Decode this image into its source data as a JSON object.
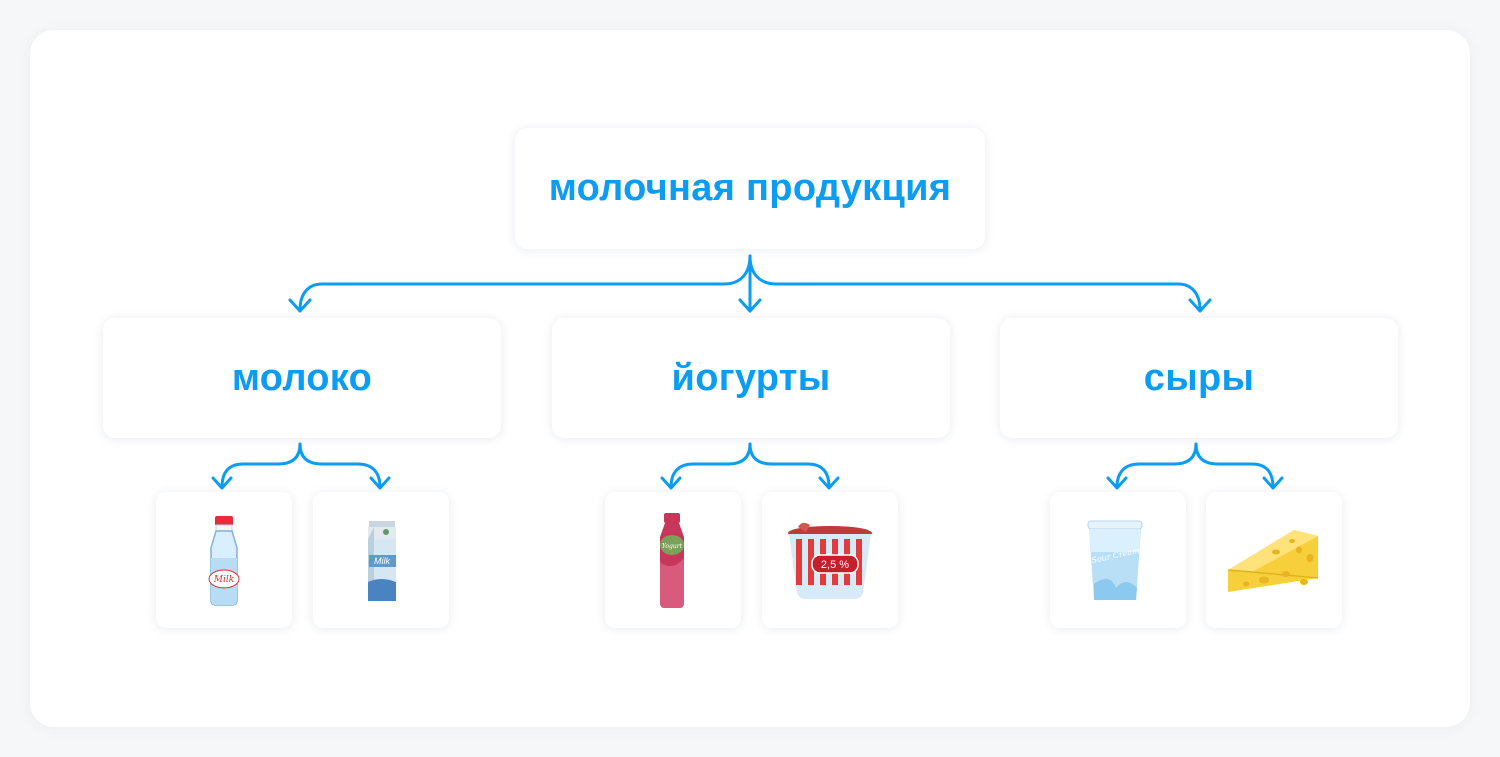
{
  "root": {
    "label": "молочная продукция"
  },
  "categories": [
    {
      "label": "молоко",
      "items": [
        {
          "icon": "milk-bottle-icon",
          "text": "Milk"
        },
        {
          "icon": "milk-carton-icon",
          "text": "Milk"
        }
      ]
    },
    {
      "label": "йогурты",
      "items": [
        {
          "icon": "yogurt-bottle-icon",
          "text": "Yogurt"
        },
        {
          "icon": "yogurt-cup-icon",
          "text": "2,5 %"
        }
      ]
    },
    {
      "label": "сыры",
      "items": [
        {
          "icon": "sour-cream-icon",
          "text": "Sour Cream"
        },
        {
          "icon": "cheese-icon",
          "text": ""
        }
      ]
    }
  ],
  "colors": {
    "accent": "#0c9cf2",
    "milk": "#d9efff",
    "milk_cap": "#e62d3a",
    "yogurt_pink": "#c8365b",
    "yogurt_green": "#7ba05a",
    "cheese": "#f7cf3a"
  }
}
